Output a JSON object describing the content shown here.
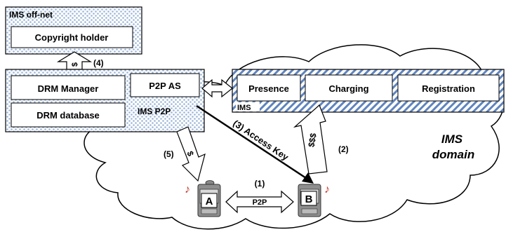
{
  "offnet": {
    "title": "IMS off-net",
    "copyright_holder": "Copyright holder"
  },
  "p2p_block": {
    "drm_manager": "DRM Manager",
    "p2p_as": "P2P AS",
    "drm_database": "DRM database",
    "ims_p2p": "IMS P2P"
  },
  "ims_bar": {
    "presence": "Presence",
    "charging": "Charging",
    "registration": "Registration",
    "ims": "IMS"
  },
  "ims_domain": {
    "line1": "IMS",
    "line2": "domain"
  },
  "steps": {
    "s1": "(1)",
    "s2": "(2)",
    "s3": "(3) Access Key",
    "s4": "(4)",
    "s5": "(5)"
  },
  "money": {
    "down": "$",
    "up": "$",
    "charging": "$$$"
  },
  "devices": {
    "a": "A",
    "b": "B",
    "link": "P2P"
  },
  "colors": {
    "dot": "#9bb5d8",
    "hatch": "#5f84bd",
    "sky_line": "#000000"
  }
}
